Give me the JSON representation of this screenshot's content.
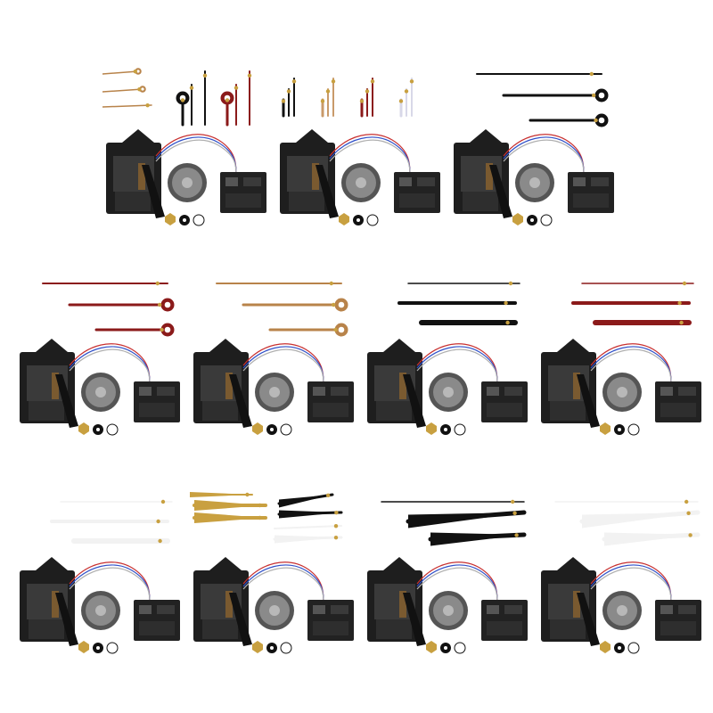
{
  "image": {
    "subject": "clock-movement-kit-grid",
    "background_color": "#ffffff"
  },
  "kits": [
    {
      "id": "kit-1",
      "hand_style": "ornate-mixed",
      "hand_colors": [
        "#b8834a",
        "#111111",
        "#8b1a1a"
      ],
      "variants": 3
    },
    {
      "id": "kit-2",
      "hand_style": "stick-mixed",
      "hand_colors": [
        "#111111",
        "#c99a6a",
        "#8b1a1a",
        "#d8d8e8"
      ],
      "variants": 4
    },
    {
      "id": "kit-3",
      "hand_style": "ornate",
      "hand_colors": [
        "#111111"
      ],
      "variants": 1
    },
    {
      "id": "kit-4",
      "hand_style": "ornate",
      "hand_colors": [
        "#8b1a1a"
      ],
      "variants": 1
    },
    {
      "id": "kit-5",
      "hand_style": "ornate",
      "hand_colors": [
        "#b8834a"
      ],
      "variants": 1
    },
    {
      "id": "kit-6",
      "hand_style": "straight",
      "hand_colors": [
        "#111111"
      ],
      "variants": 1
    },
    {
      "id": "kit-7",
      "hand_style": "straight",
      "hand_colors": [
        "#8b1a1a"
      ],
      "variants": 1
    },
    {
      "id": "kit-8",
      "hand_style": "straight",
      "hand_colors": [
        "#f2f2f2"
      ],
      "variants": 1
    },
    {
      "id": "kit-9",
      "hand_style": "spade-mixed",
      "hand_colors": [
        "#c9a040",
        "#111111",
        "#f2f2f2"
      ],
      "variants": 3
    },
    {
      "id": "kit-10",
      "hand_style": "spade",
      "hand_colors": [
        "#111111"
      ],
      "variants": 1
    },
    {
      "id": "kit-11",
      "hand_style": "spade",
      "hand_colors": [
        "#f2f2f2"
      ],
      "variants": 1
    }
  ],
  "components": {
    "movement_color": "#1e1e1e",
    "speaker_color": "#8a8a8a",
    "controller_color": "#222222",
    "wire_colors": [
      "#c83030",
      "#3050c8",
      "#b0b0b0"
    ],
    "nut_color": "#c8a040",
    "washer_color": "#111111"
  }
}
